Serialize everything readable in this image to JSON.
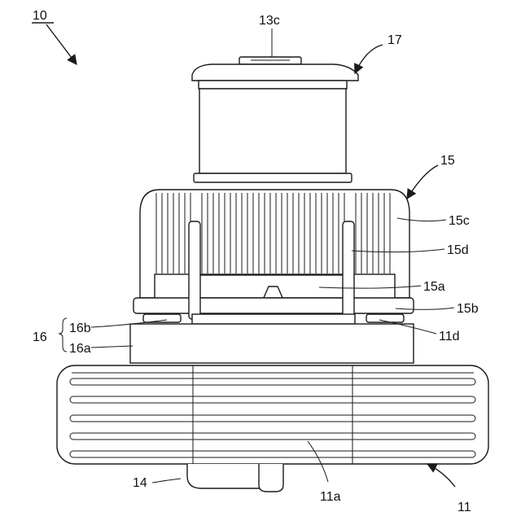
{
  "figure_ref": "10",
  "labels": {
    "l13c": "13c",
    "l17": "17",
    "l15": "15",
    "l15c": "15c",
    "l15d": "15d",
    "l15a": "15a",
    "l15b": "15b",
    "l16": "16",
    "l16b": "16b",
    "l16a": "16a",
    "l11d": "11d",
    "l14": "14",
    "l11a": "11a",
    "l11": "11"
  }
}
